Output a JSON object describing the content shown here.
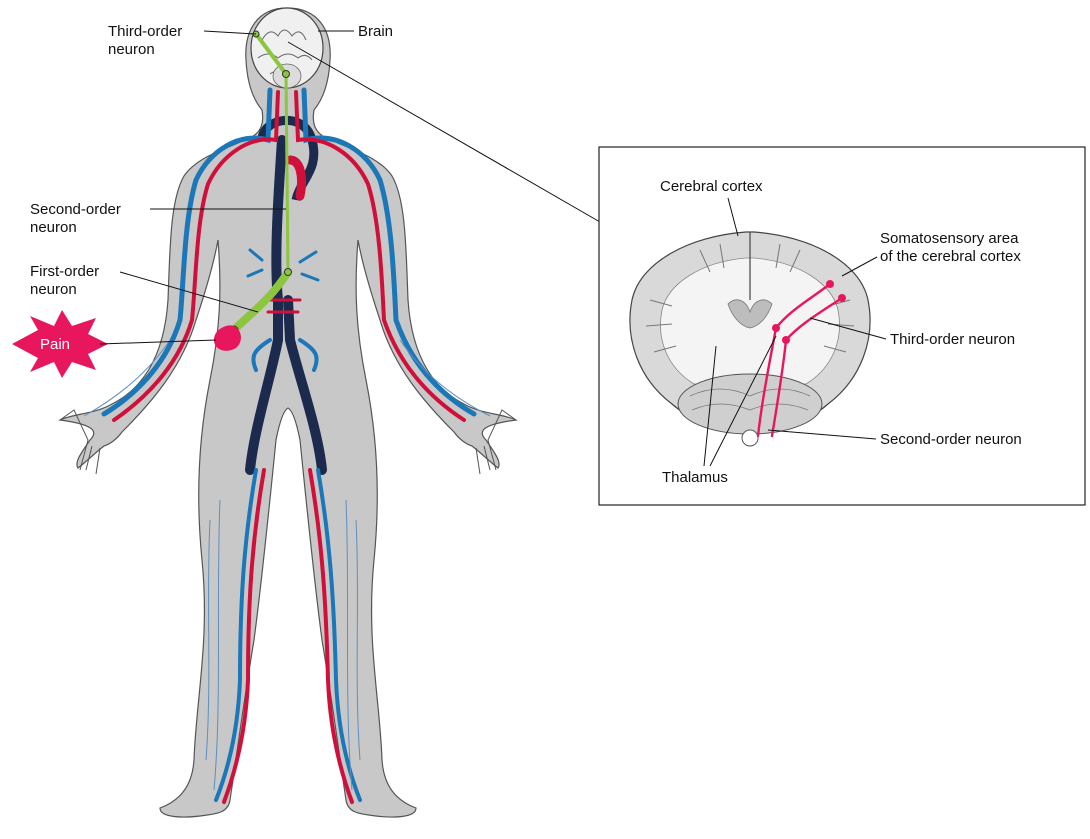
{
  "labels": {
    "third_order_neuron_line1": "Third-order",
    "third_order_neuron_line2": "neuron",
    "brain": "Brain",
    "second_order_neuron_line1": "Second-order",
    "second_order_neuron_line2": "neuron",
    "first_order_neuron_line1": "First-order",
    "first_order_neuron_line2": "neuron",
    "pain": "Pain"
  },
  "inset": {
    "cerebral_cortex": "Cerebral cortex",
    "somatosensory_line1": "Somatosensory area",
    "somatosensory_line2": "of the cerebral cortex",
    "third_order_neuron": "Third-order neuron",
    "second_order_neuron": "Second-order neuron",
    "thalamus": "Thalamus"
  },
  "colors": {
    "body_fill": "#c8c8c8",
    "artery": "#d0103a",
    "vein": "#1b77b8",
    "deep_vessel": "#1c2a4d",
    "neuron": "#8cc63f",
    "pain_burst": "#e8175d",
    "brain_grey": "#d9d9d9",
    "brain_white": "#f4f4f4"
  }
}
